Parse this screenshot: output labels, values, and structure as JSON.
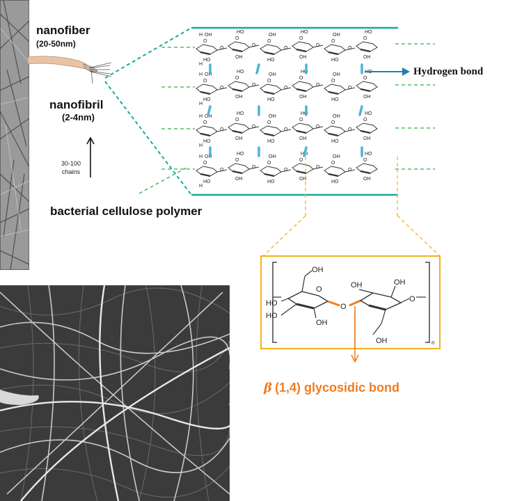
{
  "labels": {
    "nanofiber": "nanofiber",
    "nanofiber_size": "(20-50nm)",
    "nanofibril": "nanofibril",
    "nanofibril_size": "(2-4nm)",
    "chains": "30-100\nchains",
    "polymer": "bacterial cellulose polymer",
    "hydrogen_bond": "Hydrogen bond",
    "glycosidic_bond": "β (1,4) glycosidic bond",
    "glycosidic_beta": "β",
    "glycosidic_rest": "(1,4) glycosidic bond"
  },
  "structure": {
    "oh": "OH",
    "ho": "HO",
    "o": "O",
    "h": "H",
    "n": "n"
  },
  "colors": {
    "teal": "#1aa89a",
    "green_dash": "#2ab04a",
    "hbond_blue": "#4db3d6",
    "arrow_blue": "#1f7fb5",
    "orange": "#ef7d22",
    "yellow": "#f4b01c",
    "sem_bg": "#3a3a3a"
  }
}
